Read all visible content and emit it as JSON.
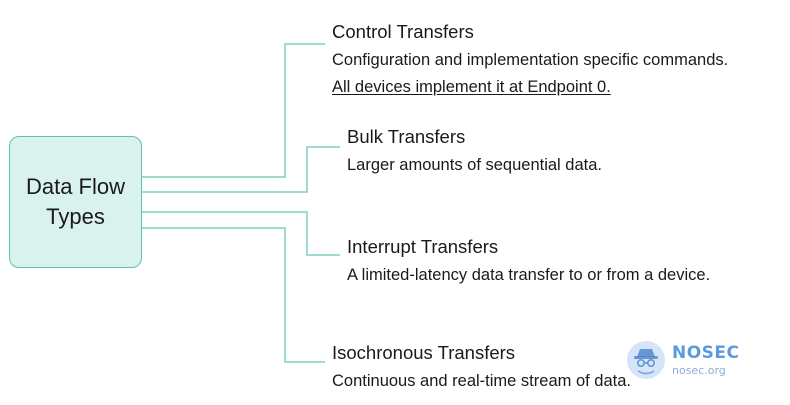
{
  "root": {
    "lines": [
      "Data Flow",
      "Types"
    ]
  },
  "nodes": [
    {
      "title": "Control Transfers",
      "lines": [
        "Configuration and implementation specific commands.",
        "All devices implement it at Endpoint 0."
      ]
    },
    {
      "title": "Bulk Transfers",
      "lines": [
        "Larger amounts of sequential data."
      ]
    },
    {
      "title": "Interrupt Transfers",
      "lines": [
        "A limited-latency data transfer to or from a device."
      ]
    },
    {
      "title": "Isochronous Transfers",
      "lines": [
        "Continuous and real-time stream of data."
      ]
    }
  ],
  "watermark": {
    "brand": "NOSEC",
    "url": "nosec.org"
  },
  "colors": {
    "connector": "#7fd0c3",
    "root_fill": "#d9f2ee",
    "root_border": "#5cc2b2",
    "watermark": "#4a90d9"
  }
}
